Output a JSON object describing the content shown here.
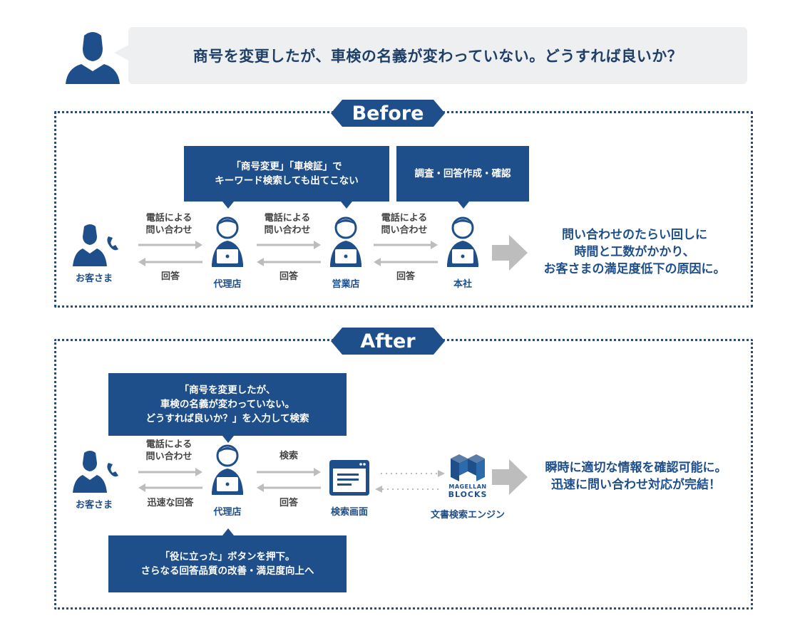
{
  "question": "商号を変更したが、車検の名義が変わっていない。どうすれば良いか？",
  "before": {
    "banner": "Before",
    "note_search": "「商号変更」「車検証」で\nキーワード検索しても出てこない",
    "note_investigate": "調査・回答作成・確認",
    "customer": "お客さま",
    "agency": "代理店",
    "sales": "営業店",
    "hq": "本社",
    "phone_label_1": "電話による\n問い合わせ",
    "phone_label_2": "電話による\n問い合わせ",
    "phone_label_3": "電話による\n問い合わせ",
    "answer_1": "回答",
    "answer_2": "回答",
    "answer_3": "回答",
    "result": "問い合わせのたらい回しに\n時間と工数がかかり、\nお客さまの満足度低下の原因に。"
  },
  "after": {
    "banner": "After",
    "note_query": "「商号を変更したが、\n車検の名義が変わっていない。\nどうすれば良いか？」を入力して検索",
    "note_feedback": "「役に立った」ボタンを押下。\nさらなる回答品質の改善・満足度向上へ",
    "customer": "お客さま",
    "agency": "代理店",
    "search_screen": "検索画面",
    "engine_logo_line1": "MAGELLAN",
    "engine_logo_line2": "BLOCKS",
    "engine": "文書検索エンジン",
    "phone_label": "電話による\n問い合わせ",
    "fast_answer": "迅速な回答",
    "search": "検索",
    "answer": "回答",
    "result": "瞬時に適切な情報を確認可能に。\n迅速に問い合わせ対応が完結！"
  },
  "colors": {
    "navy": "#1e4f8a",
    "arrow_gray": "#bdbdbd",
    "bubble_bg": "#eeeff1"
  }
}
